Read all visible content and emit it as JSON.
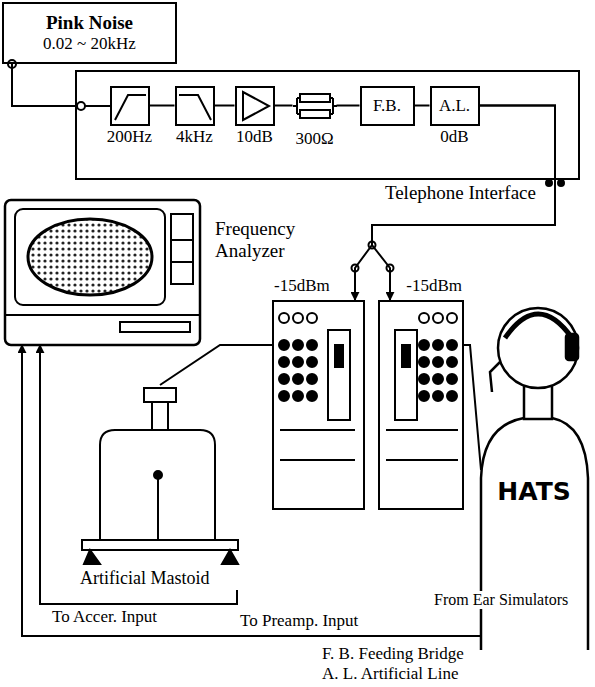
{
  "diagram": {
    "nodes": [
      {
        "text": [
          "Pink Noise",
          "0.02 ~ 20kHz"
        ]
      },
      {
        "text": [
          "Telephone Interface"
        ]
      },
      {
        "text": [
          "200Hz"
        ],
        "in": 1
      },
      {
        "text": [
          "4kHz"
        ],
        "in": 1
      },
      {
        "text": [
          "10dB"
        ],
        "in": 1
      },
      {
        "text": [
          "300Ω"
        ],
        "in": 1
      },
      {
        "text": [
          "F.B."
        ],
        "in": 1
      },
      {
        "text": [
          "A.L.",
          "0dB"
        ],
        "in": 1
      },
      {
        "text": [
          "Frequency Analyzer"
        ]
      },
      {
        "text": [
          "-15dBm"
        ]
      },
      {
        "text": [
          "-15dBm"
        ]
      },
      {
        "text": [
          "HATS"
        ]
      },
      {
        "text": [
          "Artificial Mastoid"
        ]
      }
    ],
    "edges": [
      {
        "from": 0,
        "to": 1,
        "arrow": "none"
      },
      {
        "from": 2,
        "to": 3,
        "arrow": "none"
      },
      {
        "from": 3,
        "to": 4,
        "arrow": "none"
      },
      {
        "from": 4,
        "to": 5,
        "arrow": "none"
      },
      {
        "from": 5,
        "to": 6,
        "arrow": "none"
      },
      {
        "from": 6,
        "to": 7,
        "arrow": "none"
      },
      {
        "from": 7,
        "to": 9,
        "arrow": "to"
      },
      {
        "from": 7,
        "to": 10,
        "arrow": "to"
      },
      {
        "from": 9,
        "to": 12,
        "arrow": "none"
      },
      {
        "from": 10,
        "to": 11,
        "arrow": "none"
      },
      {
        "from": 12,
        "to": 8,
        "label": "To Accer. Input",
        "arrow": "to"
      },
      {
        "from": 11,
        "to": 8,
        "label": "To Preamp. Input",
        "arrow": "to"
      }
    ],
    "labels": [
      "From Ear Simulators",
      "F. B. Feeding Bridge",
      "A. L. Artificial Line"
    ]
  }
}
